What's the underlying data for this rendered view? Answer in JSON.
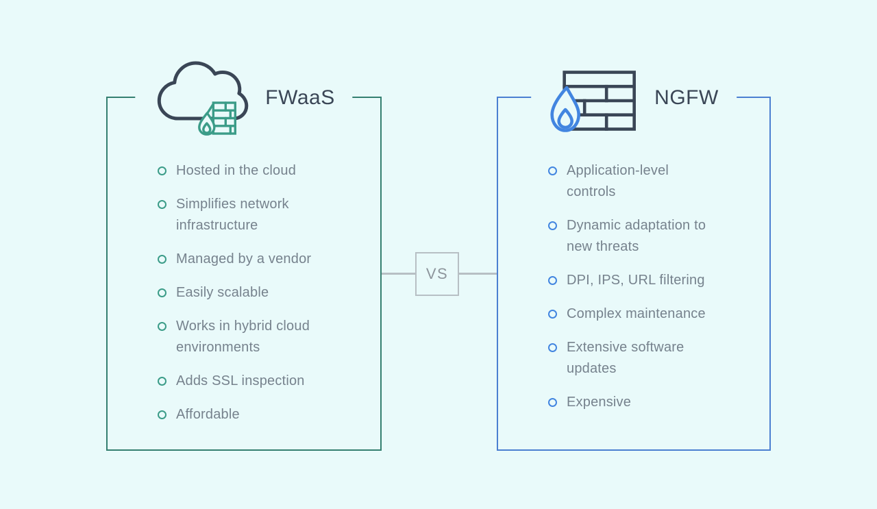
{
  "background_color": "#e9fafa",
  "text_color": "#76828d",
  "title_color": "#3a4656",
  "divider": {
    "label": "VS",
    "line_color": "#b7bfc4",
    "text_color": "#8d959c"
  },
  "left_panel": {
    "title": "FWaaS",
    "icon": "cloud-firewall-icon",
    "border_color": "#347f70",
    "icon_accent_color": "#3b9c88",
    "items": [
      "Hosted in the cloud",
      "Simplifies network infrastructure",
      "Managed by a vendor",
      "Easily scalable",
      "Works in hybrid cloud environments",
      "Adds SSL inspection",
      "Affordable"
    ]
  },
  "right_panel": {
    "title": "NGFW",
    "icon": "firewall-flame-icon",
    "border_color": "#4b7fd1",
    "icon_accent_color": "#4285e0",
    "items": [
      "Application-level controls",
      "Dynamic adaptation to new threats",
      "DPI, IPS, URL filtering",
      "Complex maintenance",
      "Extensive software updates",
      "Expensive"
    ]
  }
}
